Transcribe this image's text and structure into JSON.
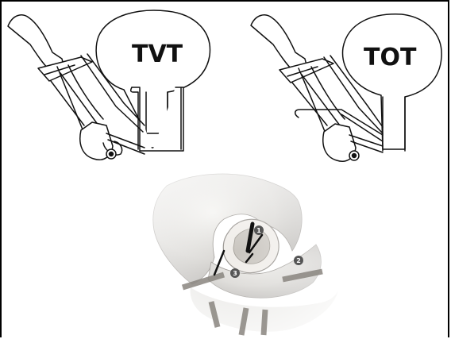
{
  "diagram": {
    "left_panel": {
      "label": "TVT"
    },
    "right_panel": {
      "label": "TOT"
    },
    "pelvis_markers": [
      "1",
      "2",
      "3"
    ]
  },
  "colors": {
    "line": "#111111",
    "bone": "#d8d6d2",
    "bone_shadow": "#9c9894",
    "marker": "#555555"
  }
}
